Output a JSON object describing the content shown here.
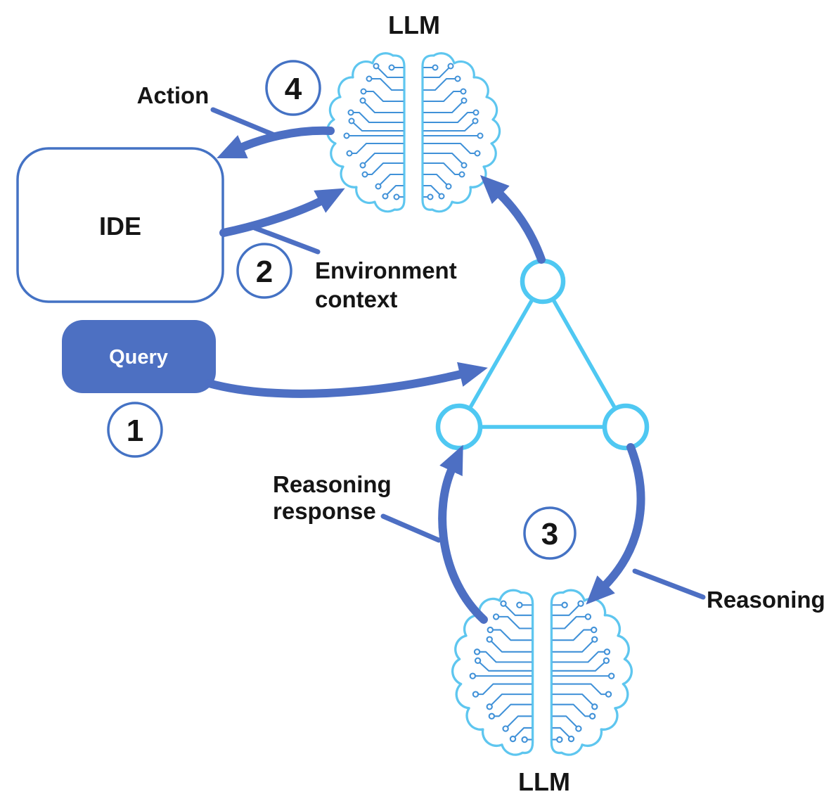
{
  "diagram": {
    "title_implied": "",
    "colors": {
      "arrow_blue": "#4D6FC3",
      "badge_stroke_blue": "#4472C4",
      "graph_cyan": "#4FC8F2",
      "brain_outline_cyan": "#5EC6EF",
      "brain_circuit_blue": "#4091D8",
      "query_fill_blue": "#4D70C2",
      "query_text": "#ffffff",
      "label_text": "#151515",
      "background": "#ffffff"
    },
    "nodes": {
      "llm_top_label": "LLM",
      "llm_bottom_label": "LLM",
      "ide_label": "IDE",
      "query_label": "Query"
    },
    "steps": [
      "1",
      "2",
      "3",
      "4"
    ],
    "edge_labels": {
      "action": "Action",
      "environment_context_line1": "Environment",
      "environment_context_line2": "context",
      "reasoning_response_line1": "Reasoning",
      "reasoning_response_line2": "response",
      "reasoning": "Reasoning"
    },
    "icons": {
      "llm_top": "circuit-brain-icon",
      "llm_bottom": "circuit-brain-icon",
      "knowledge_graph": "triangle-graph-icon"
    }
  }
}
